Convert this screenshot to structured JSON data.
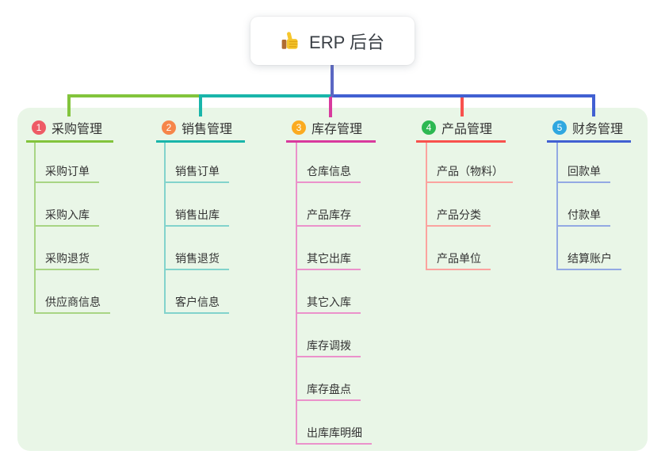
{
  "root": {
    "label": "ERP 后台",
    "icon": "thumbs-up-icon",
    "connector_color": "#5b67c3"
  },
  "panel": {
    "background": "#e9f6e7"
  },
  "text_color": "#333333",
  "branches": [
    {
      "number": "1",
      "label": "采购管理",
      "badge_color": "#ee5b66",
      "line_color": "#82c43c",
      "light_color": "#a8d584",
      "children": [
        "采购订单",
        "采购入库",
        "采购退货",
        "供应商信息"
      ]
    },
    {
      "number": "2",
      "label": "销售管理",
      "badge_color": "#f6864a",
      "line_color": "#19b5aa",
      "light_color": "#82d3cc",
      "children": [
        "销售订单",
        "销售出库",
        "销售退货",
        "客户信息"
      ]
    },
    {
      "number": "3",
      "label": "库存管理",
      "badge_color": "#fbab20",
      "line_color": "#d83a9d",
      "light_color": "#eb92cb",
      "children": [
        "仓库信息",
        "产品库存",
        "其它出库",
        "其它入库",
        "库存调拨",
        "库存盘点",
        "出库库明细"
      ]
    },
    {
      "number": "4",
      "label": "产品管理",
      "badge_color": "#2db852",
      "line_color": "#f8514d",
      "light_color": "#fba39f",
      "children": [
        "产品（物料）",
        "产品分类",
        "产品单位"
      ]
    },
    {
      "number": "5",
      "label": "财务管理",
      "badge_color": "#2fa7e0",
      "line_color": "#4160d2",
      "light_color": "#93a9e3",
      "children": [
        "回款单",
        "付款单",
        "结算账户"
      ]
    }
  ]
}
